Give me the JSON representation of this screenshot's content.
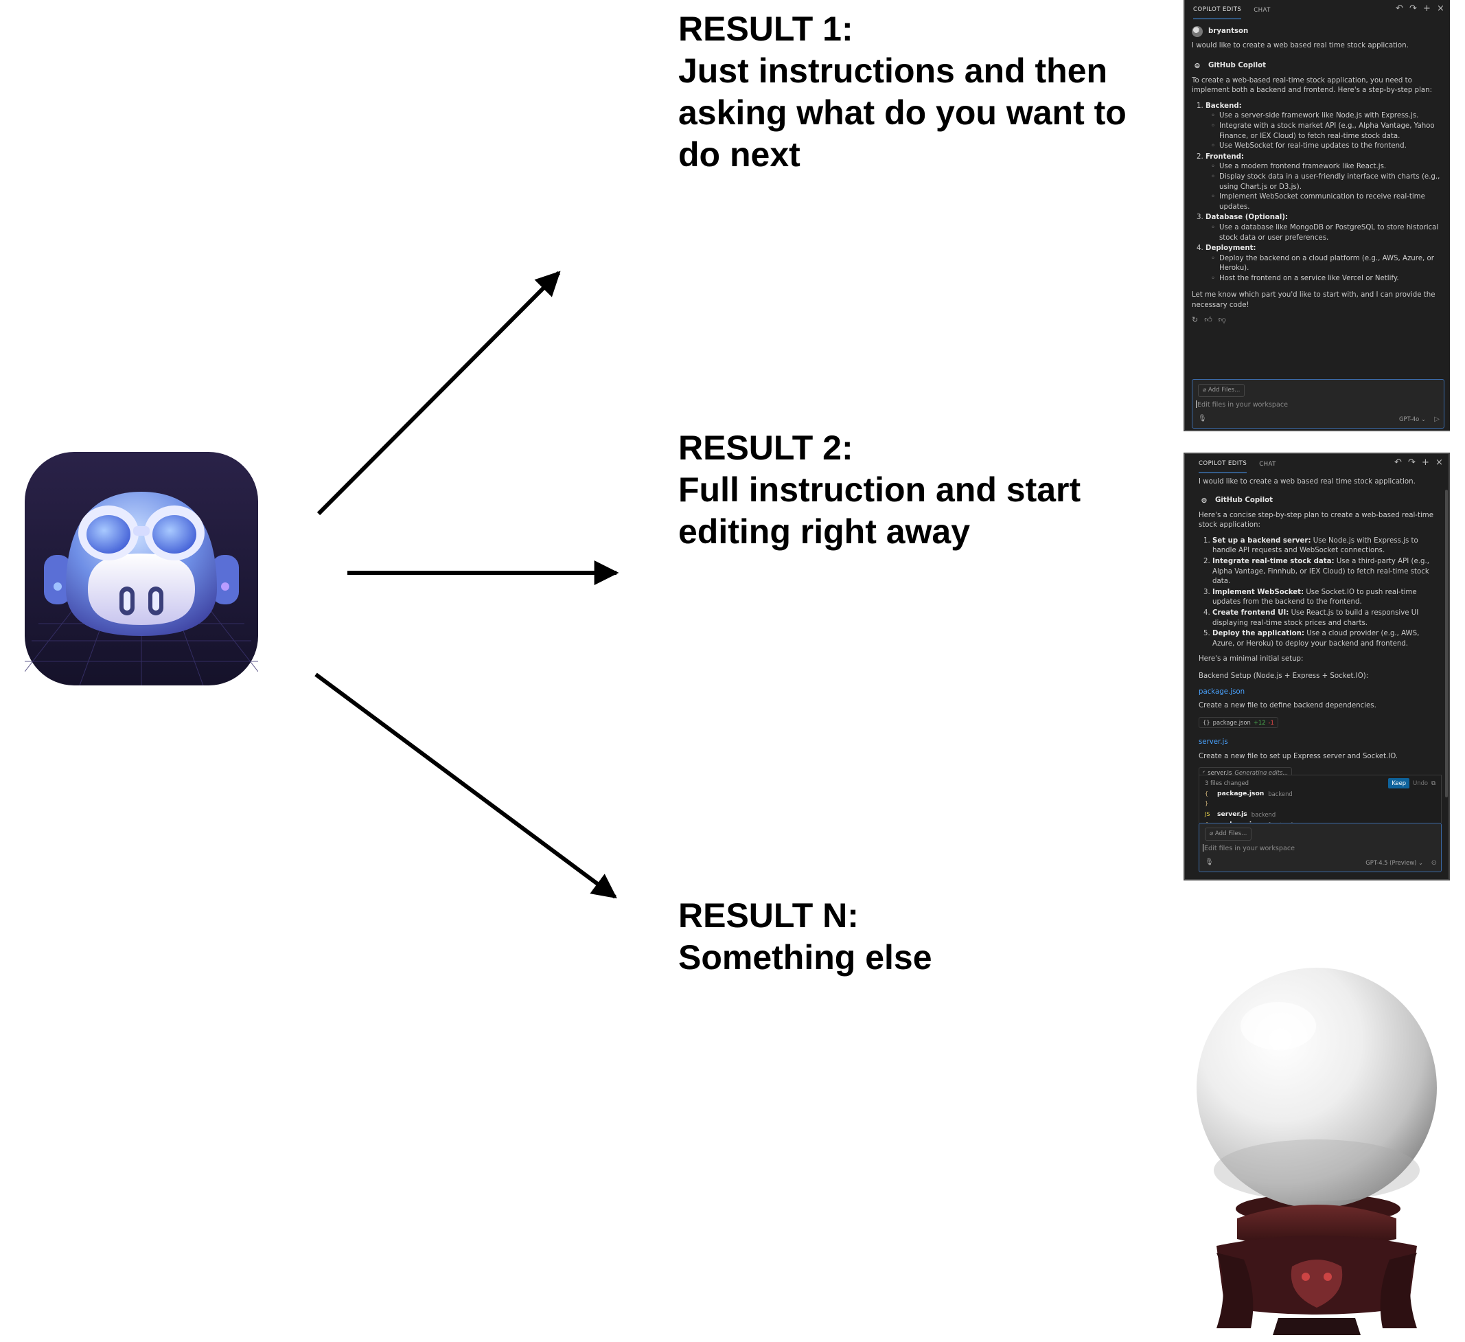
{
  "results": [
    {
      "title": "RESULT 1:",
      "description": "Just instructions and then asking what do you want to do next"
    },
    {
      "title": "RESULT 2:",
      "description": "Full instruction and start editing right away"
    },
    {
      "title": "RESULT N:",
      "description": "Something else"
    }
  ],
  "panel1": {
    "tabs": [
      "COPILOT EDITS",
      "CHAT"
    ],
    "user_name": "bryantson",
    "user_prompt": "I would like to create a web based real time stock application.",
    "bot_name": "GitHub Copilot",
    "intro": "To create a web-based real-time stock application, you need to implement both a backend and frontend. Here's a step-by-step plan:",
    "steps": [
      {
        "title": "Backend:",
        "items": [
          "Use a server-side framework like Node.js with Express.js.",
          "Integrate with a stock market API (e.g., Alpha Vantage, Yahoo Finance, or IEX Cloud) to fetch real-time stock data.",
          "Use WebSocket for real-time updates to the frontend."
        ]
      },
      {
        "title": "Frontend:",
        "items": [
          "Use a modern frontend framework like React.js.",
          "Display stock data in a user-friendly interface with charts (e.g., using Chart.js or D3.js).",
          "Implement WebSocket communication to receive real-time updates."
        ]
      },
      {
        "title": "Database (Optional):",
        "items": [
          "Use a database like MongoDB or PostgreSQL to store historical stock data or user preferences."
        ]
      },
      {
        "title": "Deployment:",
        "items": [
          "Deploy the backend on a cloud platform (e.g., AWS, Azure, or Heroku).",
          "Host the frontend on a service like Vercel or Netlify."
        ]
      }
    ],
    "outro": "Let me know which part you'd like to start with, and I can provide the necessary code!",
    "add_files": "Add Files...",
    "input_placeholder": "Edit files in your workspace",
    "model": "GPT-4o"
  },
  "panel2": {
    "tabs": [
      "COPILOT EDITS",
      "CHAT"
    ],
    "user_prompt": "I would like to create a web based real time stock application.",
    "bot_name": "GitHub Copilot",
    "intro": "Here's a concise step-by-step plan to create a web-based real-time stock application:",
    "steps": [
      {
        "title": "Set up a backend server:",
        "text": " Use Node.js with Express.js to handle API requests and WebSocket connections."
      },
      {
        "title": "Integrate real-time stock data:",
        "text": " Use a third-party API (e.g., Alpha Vantage, Finnhub, or IEX Cloud) to fetch real-time stock data."
      },
      {
        "title": "Implement WebSocket:",
        "text": " Use Socket.IO to push real-time updates from the backend to the frontend."
      },
      {
        "title": "Create frontend UI:",
        "text": " Use React.js to build a responsive UI displaying real-time stock prices and charts."
      },
      {
        "title": "Deploy the application:",
        "text": " Use a cloud provider (e.g., AWS, Azure, or Heroku) to deploy your backend and frontend."
      }
    ],
    "setup_intro": "Here's a minimal initial setup:",
    "setup_title": "Backend Setup (Node.js + Express + Socket.IO):",
    "file1_link": "package.json",
    "file1_desc": "Create a new file to define backend dependencies.",
    "file1_chip": "package.json",
    "file1_plus": "+12",
    "file1_minus": "-1",
    "file2_link": "server.js",
    "file2_desc": "Create a new file to set up Express server and Socket.IO.",
    "file2_chip": "server.js",
    "file2_status": "Generating edits...",
    "files_changed": "3 files changed",
    "keep": "Keep",
    "undo": "Undo",
    "changed_files": [
      {
        "name": "package.json",
        "dir": "backend",
        "icon": "{ }"
      },
      {
        "name": "server.js",
        "dir": "backend",
        "icon": "JS"
      },
      {
        "name": "package.json",
        "dir": "frontend",
        "icon": "{ }"
      }
    ],
    "add_files": "Add Files...",
    "input_placeholder": "Edit files in your workspace",
    "model": "GPT-4.5 (Preview)"
  },
  "colors": {
    "panel_bg": "#1f1f1f",
    "link": "#4aa3ff",
    "accent": "#0e639c",
    "icon_bg": "#2a2144"
  }
}
